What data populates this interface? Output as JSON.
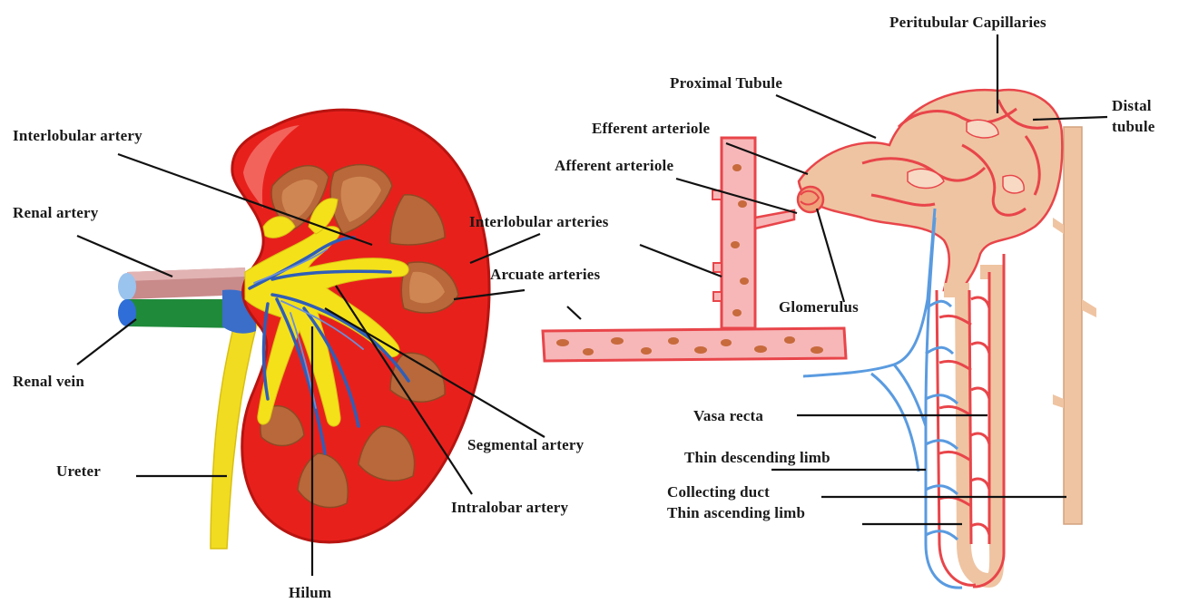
{
  "labels": {
    "peritubular_capillaries": "Peritubular Capillaries",
    "proximal_tubule": "Proximal Tubule",
    "distal_tubule_line1": "Distal",
    "distal_tubule_line2": "tubule",
    "interlobular_artery": "Interlobular artery",
    "efferent_arteriole": "Efferent arteriole",
    "afferent_arteriole": "Afferent arteriole",
    "renal_artery": "Renal artery",
    "interlobular_arteries": "Interlobular arteries",
    "arcuate_arteries": "Arcuate arteries",
    "glomerulus": "Glomerulus",
    "renal_vein": "Renal vein",
    "vasa_recta": "Vasa recta",
    "segmental_artery": "Segmental artery",
    "thin_descending_limb": "Thin descending limb",
    "ureter": "Ureter",
    "collecting_duct": "Collecting duct",
    "thin_ascending_limb": "Thin ascending limb",
    "intralobar_artery": "Intralobar artery",
    "hilum": "Hilum"
  },
  "colors": {
    "kidney_cortex": "#e8201c",
    "kidney_edge": "#b81410",
    "pyramid": "#b8683a",
    "pelvis_yellow": "#f4e11a",
    "vein_blue": "#3a6ec9",
    "renal_vein_green": "#1f8a3a",
    "artery_red": "#e8454a",
    "tubule_tan": "#efc4a2",
    "capillary_blue": "#5a9be0"
  }
}
